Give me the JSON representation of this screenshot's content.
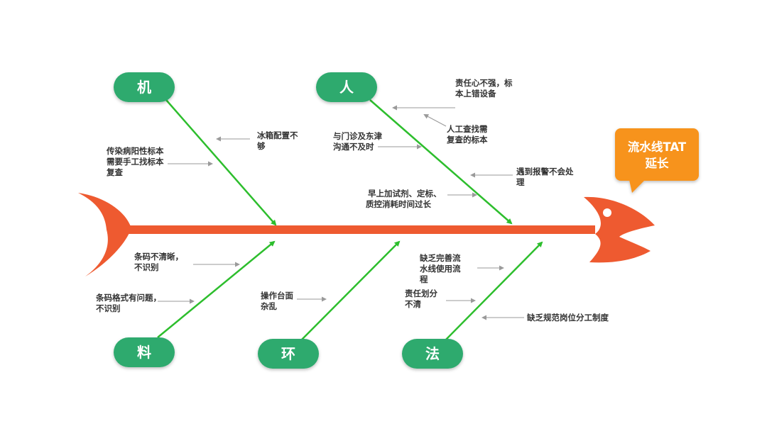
{
  "colors": {
    "fish": "#EE5A30",
    "bone": "#2DBE2D",
    "category": "#2EAA6E",
    "result_box": "#F7931E",
    "arrow": "#9A9A9A",
    "text": "#333333"
  },
  "result": {
    "line1": "流水线TAT",
    "line2": "延长"
  },
  "categories": {
    "machine": "机",
    "people": "人",
    "material": "料",
    "environment": "环",
    "method": "法"
  },
  "causes": {
    "machine": [
      {
        "lines": [
          "冰箱配置不",
          "够"
        ]
      },
      {
        "lines": [
          "传染病阳性标本",
          "需要手工找标本",
          "复查"
        ]
      }
    ],
    "people": [
      {
        "lines": [
          "责任心不强，标",
          "本上错设备"
        ]
      },
      {
        "lines": [
          "人工查找需",
          "复查的标本"
        ]
      },
      {
        "lines": [
          "与门诊及东津",
          "沟通不及时"
        ]
      },
      {
        "lines": [
          "遇到报警不会处",
          "理"
        ]
      },
      {
        "lines": [
          "早上加试剂、定标、",
          "质控消耗时间过长"
        ]
      }
    ],
    "material": [
      {
        "lines": [
          "条码不清晰，",
          "不识别"
        ]
      },
      {
        "lines": [
          "条码格式有问题，",
          "不识别"
        ]
      }
    ],
    "environment": [
      {
        "lines": [
          "操作台面",
          "杂乱"
        ]
      }
    ],
    "method": [
      {
        "lines": [
          "缺乏完善流",
          "水线使用流",
          "程"
        ]
      },
      {
        "lines": [
          "责任划分",
          "不清"
        ]
      },
      {
        "lines": [
          "缺乏规范岗位分工制度"
        ]
      }
    ]
  }
}
